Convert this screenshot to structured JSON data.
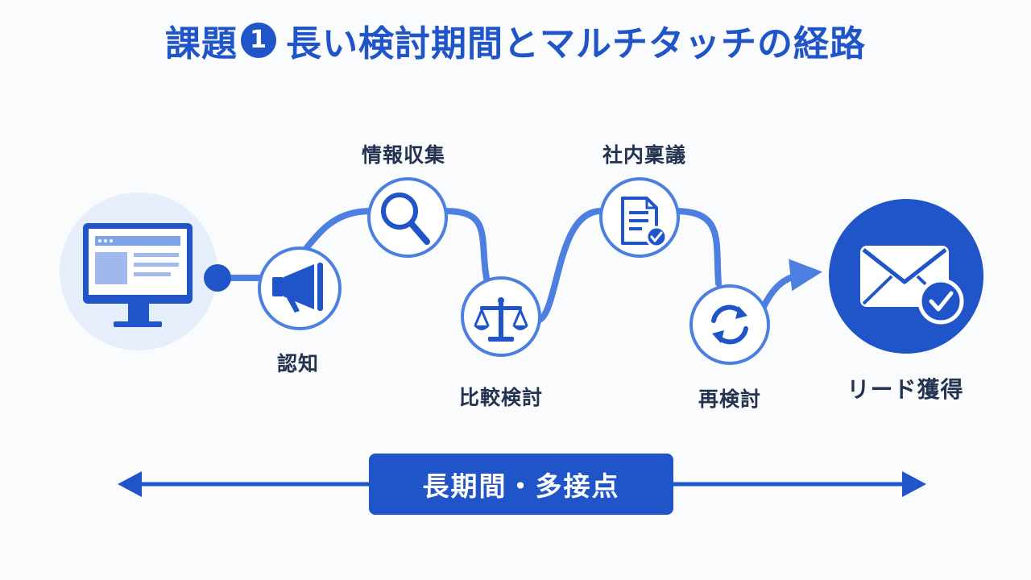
{
  "title": {
    "prefix": "課題",
    "number": "1",
    "text": "長い検討期間とマルチタッチの経路"
  },
  "steps": [
    {
      "id": "awareness",
      "label": "認知",
      "icon": "megaphone-icon"
    },
    {
      "id": "info",
      "label": "情報収集",
      "icon": "magnifier-icon"
    },
    {
      "id": "compare",
      "label": "比較検討",
      "icon": "scale-icon"
    },
    {
      "id": "approval",
      "label": "社内稟議",
      "icon": "document-check-icon"
    },
    {
      "id": "reconsider",
      "label": "再検討",
      "icon": "refresh-icon"
    }
  ],
  "start": {
    "icon": "monitor-icon"
  },
  "goal": {
    "label": "リード獲得",
    "icon": "envelope-check-icon"
  },
  "bottom": {
    "label": "長期間・多接点"
  },
  "colors": {
    "accent": "#1f55c8",
    "path": "#4d7fe0",
    "circle_fill": "#ffffff",
    "start_bg": "#e6eefb",
    "text": "#24334f"
  }
}
